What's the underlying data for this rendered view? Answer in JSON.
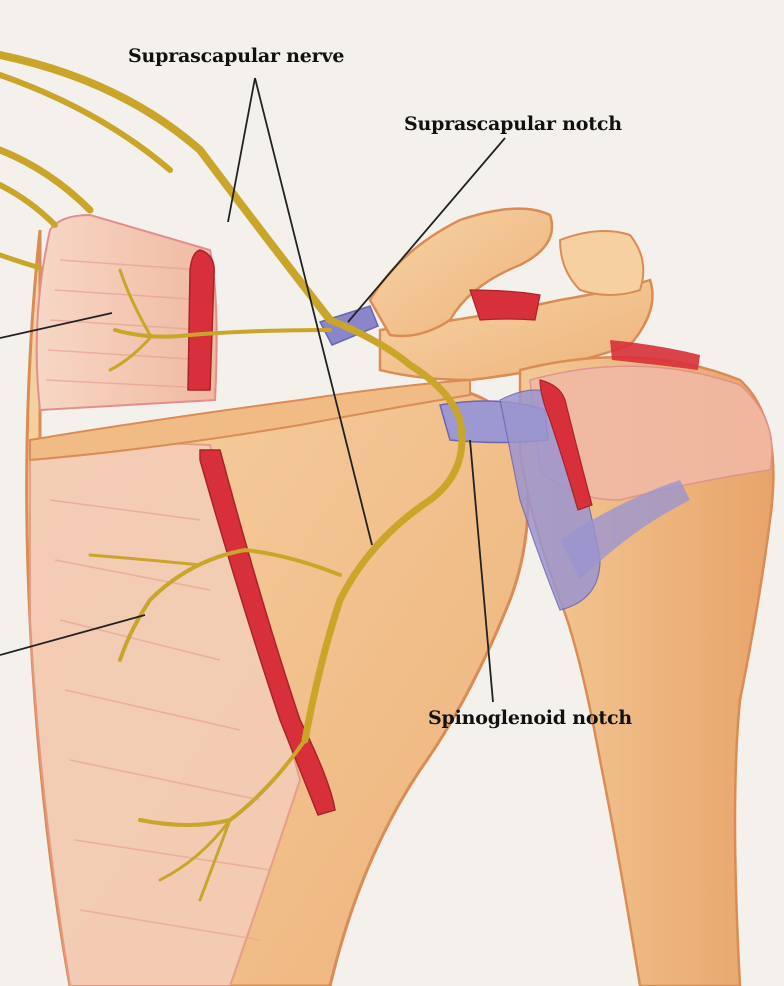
{
  "labels": {
    "suprascapular_nerve": "Suprascapular nerve",
    "suprascapular_notch": "Suprascapular notch",
    "spinoglenoid_notch": "Spinoglenoid notch"
  },
  "colors": {
    "paper": "#f4f1ec",
    "bone": "#f2c38f",
    "bone_shade": "#d9925a",
    "muscle": "#f3c6b3",
    "artery": "#d8303a",
    "nerve": "#c9a62a",
    "ligament": "#8b86c9"
  }
}
